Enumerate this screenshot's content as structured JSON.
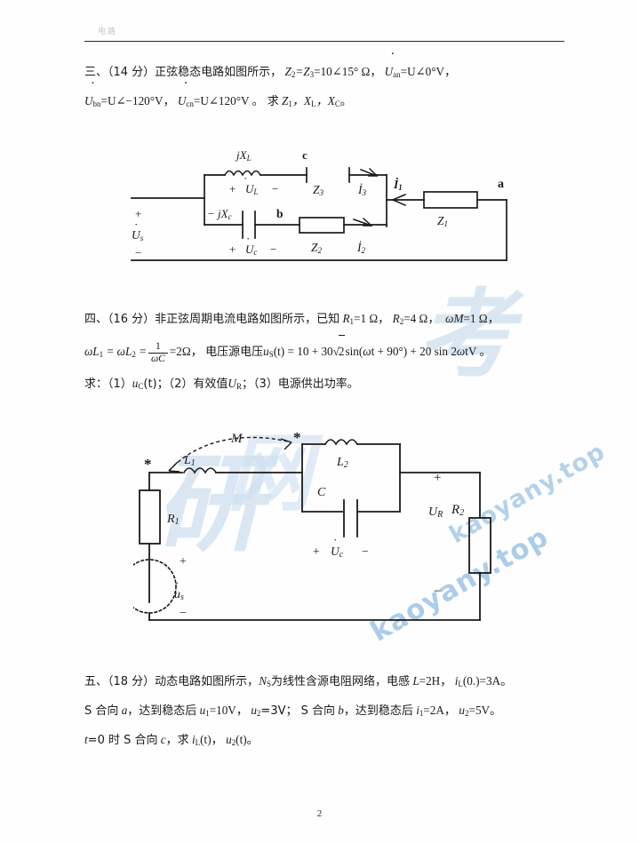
{
  "page": {
    "header_ghost": "电路",
    "page_number": "2"
  },
  "watermarks": {
    "url": "kaoyany.top",
    "calligraphy_top": "考",
    "calligraphy_mid": "研",
    "calligraphy_bottom": "网"
  },
  "questions": [
    {
      "id": "q3",
      "number": "三、",
      "marks": "（14 分）",
      "lines": [
        "三、（14 分）正弦稳态电路如图所示，Z2=Z3=10∠15° Ω， Uan = U∠0°V，",
        "Ubn = U∠−120°V， Ucn = U∠120°V 。 求 Z1， XL， XC。"
      ],
      "text_parts": {
        "prefix": "三、（14 分）正弦稳态电路如图所示，",
        "z_spec": "=10∠15°",
        "omega": "Ω",
        "u_an_val": "=U∠0°V",
        "u_bn_val": "=U∠−120°V",
        "u_cn_val": "=U∠120°V",
        "ask": "。 求",
        "end": "。"
      }
    },
    {
      "id": "q4",
      "number": "四、",
      "marks": "（16 分）",
      "text_parts": {
        "prefix": "四、（16 分）非正弦周期电流电路如图所示，已知",
        "r1": "=1 Ω，",
        "r2": "=4 Ω，",
        "wm": "=1 Ω，",
        "wl_eq": "=2Ω，",
        "src_label": "电压源电压",
        "src_expr_a": "(t) = 10 + 30",
        "src_expr_b": "sin(",
        "src_expr_c": "t + 90°) + 20 sin 2",
        "src_expr_d": "tV 。",
        "ask_prefix": "求：（1）",
        "ask_1": "(t)；（2）有效值",
        "ask_2": "；（3）电源供出功率。"
      }
    },
    {
      "id": "q5",
      "number": "五、",
      "marks": "（18 分）",
      "text_parts": {
        "l1_a": "五、（18 分）动态电路如图所示，",
        "l1_b": "为线性含源电阻网络，电感",
        "l1_c": "=2H，",
        "l1_d": "(0.)=3A。",
        "l2_a": "S 合向",
        "l2_b": "，达到稳态后",
        "l2_c": "=10V，",
        "l2_d": "=3V； S 合向",
        "l2_e": "，达到稳态后",
        "l2_f": "=2A，",
        "l2_g": "=5V。",
        "l3_a": "=0 时 S 合向",
        "l3_b": "，求",
        "l3_c": "(t)，",
        "l3_d": "(t)。"
      }
    }
  ],
  "circuit1": {
    "name": "sinusoidal-steady-state-circuit",
    "labels": {
      "jxl": "jX",
      "jxl_sub": "L",
      "node_c": "c",
      "ul_plus": "+",
      "ul": "U",
      "ul_sub": "L",
      "ul_minus": "−",
      "z3": "Z",
      "z3_sub": "3",
      "i3": "I",
      "i3_sub": "3",
      "i1": "I",
      "i1_sub": "1",
      "z1": "Z",
      "z1_sub": "1",
      "node_a": "a",
      "mjxc": "− jX",
      "mjxc_sub": "c",
      "node_b": "b",
      "uc_plus": "+",
      "uc": "U",
      "uc_sub": "c",
      "uc_minus": "−",
      "z2": "Z",
      "z2_sub": "2",
      "i2": "I",
      "i2_sub": "2",
      "us": "U",
      "us_sub": "s",
      "us_plus": "+",
      "us_minus": "−"
    }
  },
  "circuit2": {
    "name": "non-sinusoidal-periodic-circuit",
    "labels": {
      "m": "M",
      "dot": "*",
      "l1": "L",
      "l1_sub": "1",
      "l2": "L",
      "l2_sub": "2",
      "c": "C",
      "uc_plus": "+",
      "uc": "U",
      "uc_sub": "c",
      "uc_minus": "−",
      "r1": "R",
      "r1_sub": "1",
      "r2": "R",
      "r2_sub": "2",
      "ur": "U",
      "ur_sub": "R",
      "us": "u",
      "us_sub": "s",
      "plus": "+",
      "minus": "−"
    }
  },
  "colors": {
    "ink": "#1a1a1a",
    "watermark_blue": "#a8cbe8",
    "watermark_pale": "#cfe0f0",
    "paper": "#fefefe"
  }
}
